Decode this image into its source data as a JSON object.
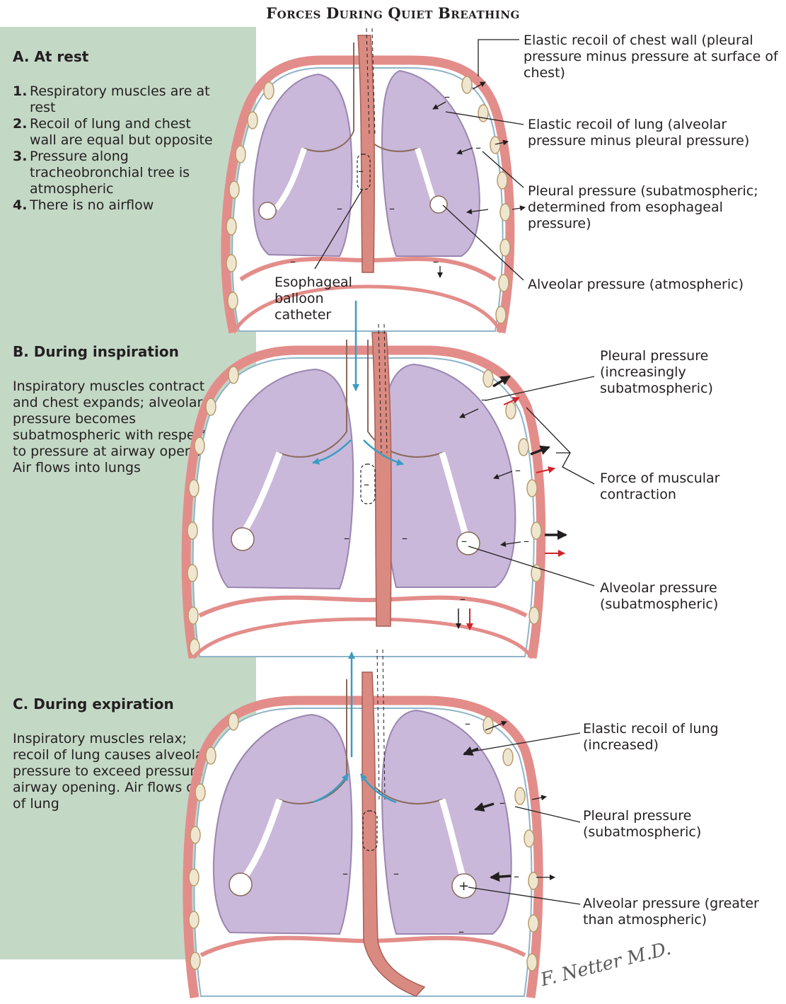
{
  "title": {
    "first1": "F",
    "rest1": "ORCES",
    "first2": "D",
    "rest2": "URING",
    "first3": "Q",
    "rest3": "UIET",
    "first4": "B",
    "rest4": "REATHING"
  },
  "sections": [
    {
      "heading": "A. At rest",
      "steps": [
        {
          "num": "1.",
          "text": "Respiratory muscles are at rest"
        },
        {
          "num": "2.",
          "text": "Recoil of lung and chest wall are equal but opposite"
        },
        {
          "num": "3.",
          "text": "Pressure along tracheobronchial tree is atmospheric"
        },
        {
          "num": "4.",
          "text": "There is no airflow"
        }
      ],
      "labels": {
        "chest_wall": "Elastic recoil of chest wall (pleural pressure minus pressure at surface of chest)",
        "lung_recoil": "Elastic recoil of lung (alveolar pressure minus pleural pressure)",
        "pleural": "Pleural pressure (subatmospheric; determined from esophageal pressure)",
        "alveolar": "Alveolar pressure (atmospheric)",
        "catheter": "Esophageal balloon catheter"
      }
    },
    {
      "heading": "B. During inspiration",
      "text": "Inspiratory muscles contract and chest expands; alveolar pressure becomes subatmospheric with respect to pressure at airway opening. Air flows into lungs",
      "labels": {
        "pleural": "Pleural pressure (increasingly subatmospheric)",
        "muscular": "Force of muscular contraction",
        "alveolar": "Alveolar pressure (subatmospheric)"
      }
    },
    {
      "heading": "C. During expiration",
      "text": "Inspiratory muscles relax; recoil of lung causes alveolar pressure to exceed pressure at airway opening. Air flows out of lung",
      "labels": {
        "lung_recoil": "Elastic recoil of lung (increased)",
        "pleural": "Pleural pressure (subatmospheric)",
        "alveolar": "Alveolar pressure (greater than atmospheric)"
      }
    }
  ],
  "symbols": {
    "minus": "–",
    "plus": "+"
  },
  "signature": "F. Netter M.D.",
  "colors": {
    "sidebar": "#c4d8c6",
    "lung": "#c9b8d9",
    "lung_edge": "#9b86b0",
    "chest_wall": "#e38d8a",
    "rib": "#efe6d0",
    "esophagus": "#d98b82",
    "airflow_arrow": "#3a9cc4",
    "muscle_arrow": "#d0222b",
    "pleura": "#8fb4c9"
  }
}
